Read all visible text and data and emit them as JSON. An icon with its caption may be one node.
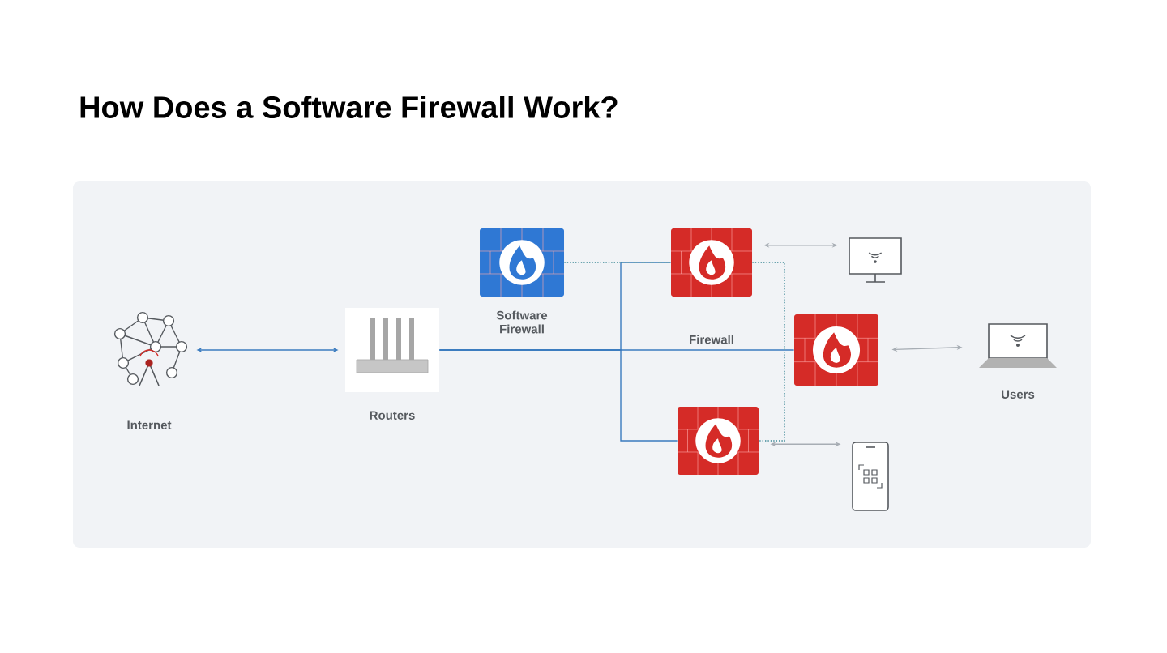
{
  "diagram": {
    "title": "How Does a Software Firewall Work?",
    "nodes": [
      {
        "text": [
          "Internet"
        ]
      },
      {
        "text": [
          "Routers"
        ]
      },
      {
        "text": [
          "Software Firewall"
        ]
      },
      {
        "text": [
          "Firewall"
        ]
      },
      {
        "text": [],
        "shape": "box"
      },
      {
        "text": [],
        "shape": "box"
      },
      {
        "text": [],
        "shape": "monitor"
      },
      {
        "text": [
          "Users"
        ]
      },
      {
        "text": [],
        "shape": "phone"
      }
    ],
    "edges": [
      {
        "from": 0,
        "to": 1,
        "arrow": "both"
      },
      {
        "from": 1,
        "to": 4,
        "arrow": "none"
      },
      {
        "from": 1,
        "to": 3,
        "arrow": "none"
      },
      {
        "from": 1,
        "to": 5,
        "arrow": "none"
      },
      {
        "from": 2,
        "to": 3,
        "arrow": "none",
        "style": "dashed",
        "color": "#6aa3ae"
      },
      {
        "from": 3,
        "to": 5,
        "arrow": "none",
        "style": "dashed",
        "color": "#6aa3ae"
      },
      {
        "from": 3,
        "to": 6,
        "arrow": "both",
        "color": "#a7adb4"
      },
      {
        "from": 4,
        "to": 7,
        "arrow": "both",
        "color": "#a7adb4"
      },
      {
        "from": 5,
        "to": 8,
        "arrow": "both",
        "color": "#a7adb4"
      }
    ]
  }
}
